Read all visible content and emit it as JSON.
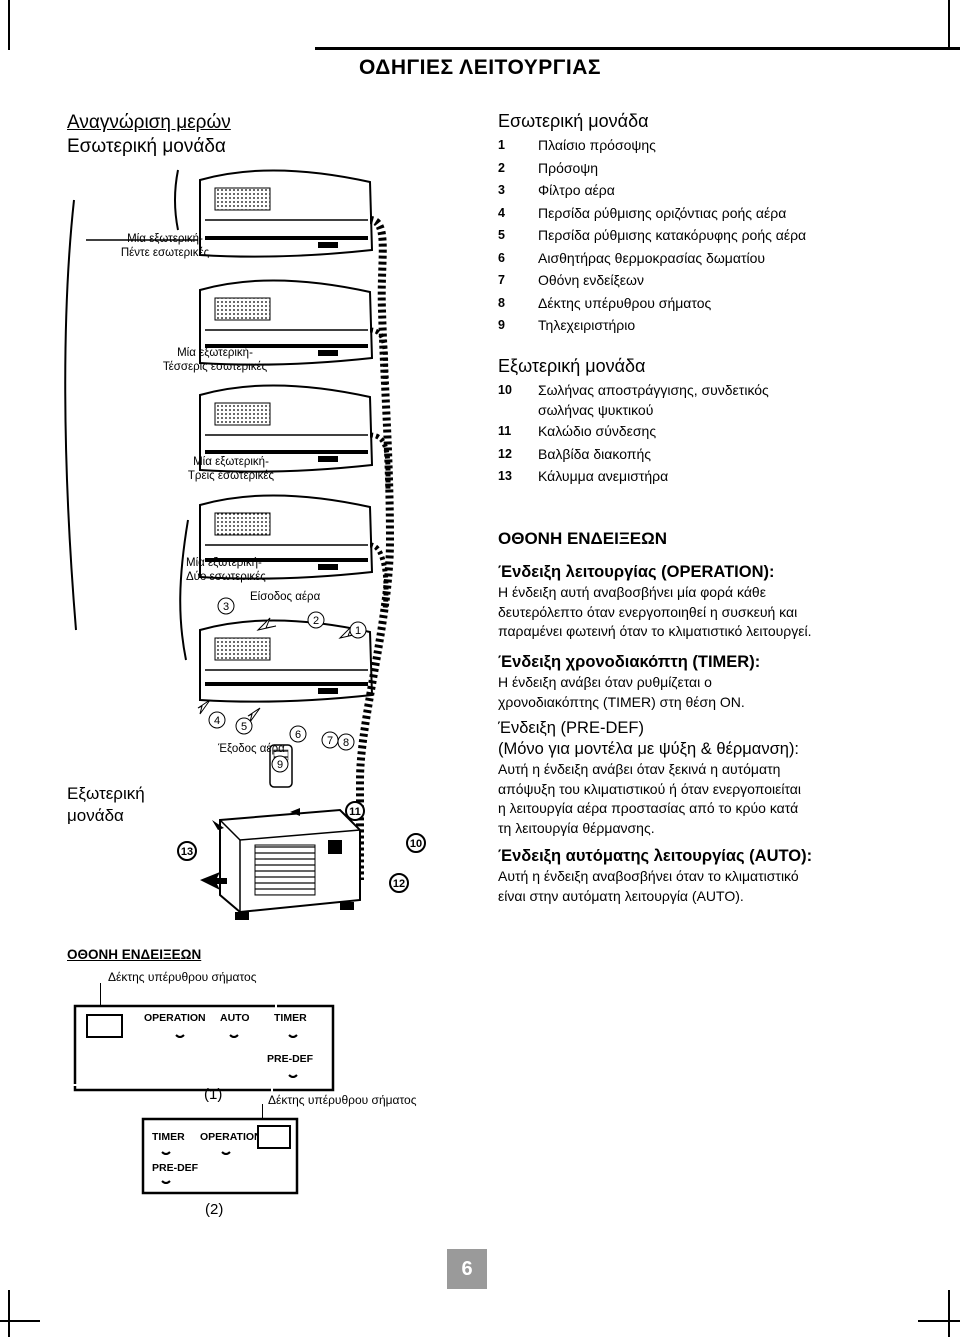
{
  "header": {
    "title": "ΟΔΗΓΙΕΣ ΛΕΙΤΟΥΡΓΙΑΣ"
  },
  "left": {
    "section_title": "Αναγνώριση μερών",
    "section_subtitle": "Εσωτερική μονάδα",
    "unit_labels": {
      "five": [
        "Μία εξωτερική-",
        "Πέντε εσωτερικές"
      ],
      "four": [
        "Μία εξωτερική-",
        "Τέσσερις εσωτερικές"
      ],
      "three": [
        "Μία εξωτερική-",
        "Τρεις εσωτερικές"
      ],
      "two": [
        "Μία εξωτερική-",
        "Δύο εσωτερικές"
      ]
    },
    "air_inlet": "Είσοδος αέρα",
    "air_outlet": "Έξοδος αέρα",
    "outdoor_unit": [
      "Εξωτερική",
      "μονάδα"
    ],
    "callout_numbers": [
      "1",
      "2",
      "3",
      "4",
      "5",
      "6",
      "7",
      "8",
      "9",
      "10",
      "11",
      "12",
      "13"
    ]
  },
  "indoor": {
    "title": "Εσωτερική μονάδα",
    "items": [
      {
        "n": "1",
        "t": "Πλαίσιο πρόσοψης"
      },
      {
        "n": "2",
        "t": "Πρόσοψη"
      },
      {
        "n": "3",
        "t": "Φίλτρο αέρα"
      },
      {
        "n": "4",
        "t": "Περσίδα ρύθμισης οριζόντιας ροής αέρα"
      },
      {
        "n": "5",
        "t": "Περσίδα ρύθμισης κατακόρυφης ροής αέρα"
      },
      {
        "n": "6",
        "t": "Αισθητήρας θερμοκρασίας δωματίου"
      },
      {
        "n": "7",
        "t": "Οθόνη ενδείξεων"
      },
      {
        "n": "8",
        "t": "Δέκτης υπέρυθρου σήματος"
      },
      {
        "n": "9",
        "t": "Τηλεχειριστήριο"
      }
    ]
  },
  "outdoor": {
    "title": "Εξωτερική μονάδα",
    "items": [
      {
        "n": "10",
        "t": "Σωλήνας αποστράγγισης, συνδετικός",
        "t2": "σωλήνας ψυκτικού"
      },
      {
        "n": "11",
        "t": "Καλώδιο σύνδεσης"
      },
      {
        "n": "12",
        "t": "Βαλβίδα διακοπής"
      },
      {
        "n": "13",
        "t": "Κάλυμμα ανεμιστήρα"
      }
    ]
  },
  "display": {
    "title": "ΟΘΟΝΗ ΕΝΔΕΙΞΕΩΝ",
    "operation_title": "Ένδειξη λειτουργίας (OPERATION):",
    "operation_text": [
      "Η ένδειξη αυτή αναβοσβήνει μία φορά κάθε",
      "δευτερόλεπτο όταν ενεργοποιηθεί η συσκευή και",
      "παραμένει φωτεινή όταν το κλιματιστικό λειτουργεί."
    ],
    "timer_title": "Ένδειξη χρονοδιακόπτη (TIMER):",
    "timer_text": [
      "Η ένδειξη ανάβει όταν ρυθμίζεται ο",
      "χρονοδιακόπτης (TIMER) στη θέση ON."
    ],
    "predef_title": "Ένδειξη (PRE-DEF)",
    "predef_subtitle": "(Μόνο για μοντέλα με ψύξη & θέρμανση):",
    "predef_text": [
      "Αυτή η ένδειξη ανάβει όταν ξεκινά η αυτόματη",
      "απόψυξη του κλιματιστικού ή όταν ενεργοποιείται",
      "η λειτουργία αέρα προστασίας από το κρύο κατά",
      "τη λειτουργία θέρμανσης."
    ],
    "auto_title": "Ένδειξη αυτόματης λειτουργίας (AUTO):",
    "auto_text": [
      "Αυτή η ένδειξη αναβοσβήνει όταν το κλιματιστικό",
      "είναι στην αυτόματη λειτουργία (AUTO)."
    ]
  },
  "panels": {
    "title": "ΟΘΟΝΗ ΕΝΔΕΙΞΕΩΝ",
    "receiver_label": "Δέκτης υπέρυθρου σήματος",
    "panel1": {
      "labels": [
        "OPERATION",
        "AUTO",
        "TIMER",
        "PRE-DEF"
      ],
      "caption": "(1)"
    },
    "receiver_label2": "Δέκτης υπέρυθρου σήματος",
    "panel2": {
      "labels": [
        "TIMER",
        "OPERATION",
        "PRE-DEF"
      ],
      "caption": "(2)"
    }
  },
  "footer": {
    "page_number": "6"
  }
}
